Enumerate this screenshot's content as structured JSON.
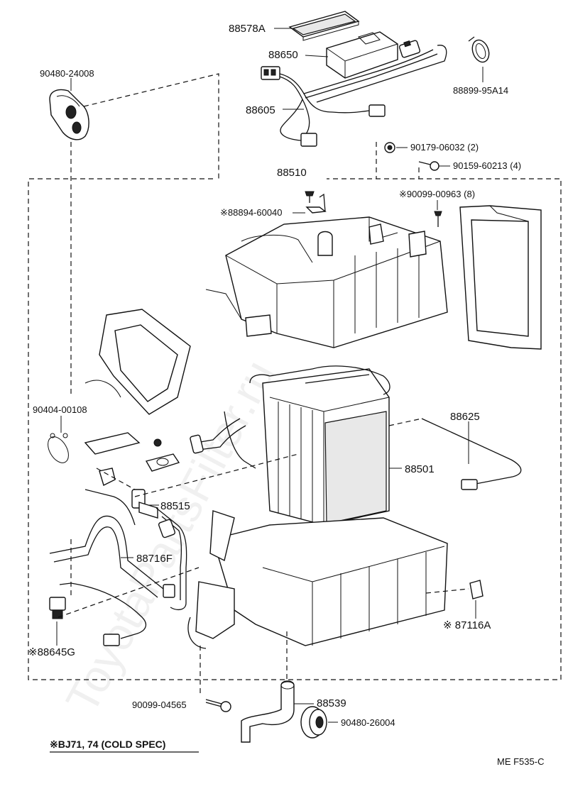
{
  "parts": {
    "p88578A": "88578A",
    "p88650": "88650",
    "p88605": "88605",
    "p88899": "88899-95A14",
    "p90480_24008": "90480-24008",
    "p90179": "90179-06032 (2)",
    "p90159": "90159-60213 (4)",
    "p88510": "88510",
    "p90099_00963": "※90099-00963 (8)",
    "p88894": "※88894-60040",
    "p90404": "90404-00108",
    "p88625": "88625",
    "p88501": "88501",
    "p88515": "88515",
    "p88716F": "88716F",
    "p87116A": "※ 87116A",
    "p88645G": "※88645G",
    "p90099_04565": "90099-04565",
    "p88539": "88539",
    "p90480_26004": "90480-26004"
  },
  "note": "※BJ71, 74 (COLD SPEC)",
  "figure_code": "ME  F535-C",
  "watermark": "ToyotaPartsFilter.ru",
  "colors": {
    "ink": "#111111",
    "paper": "#ffffff"
  }
}
